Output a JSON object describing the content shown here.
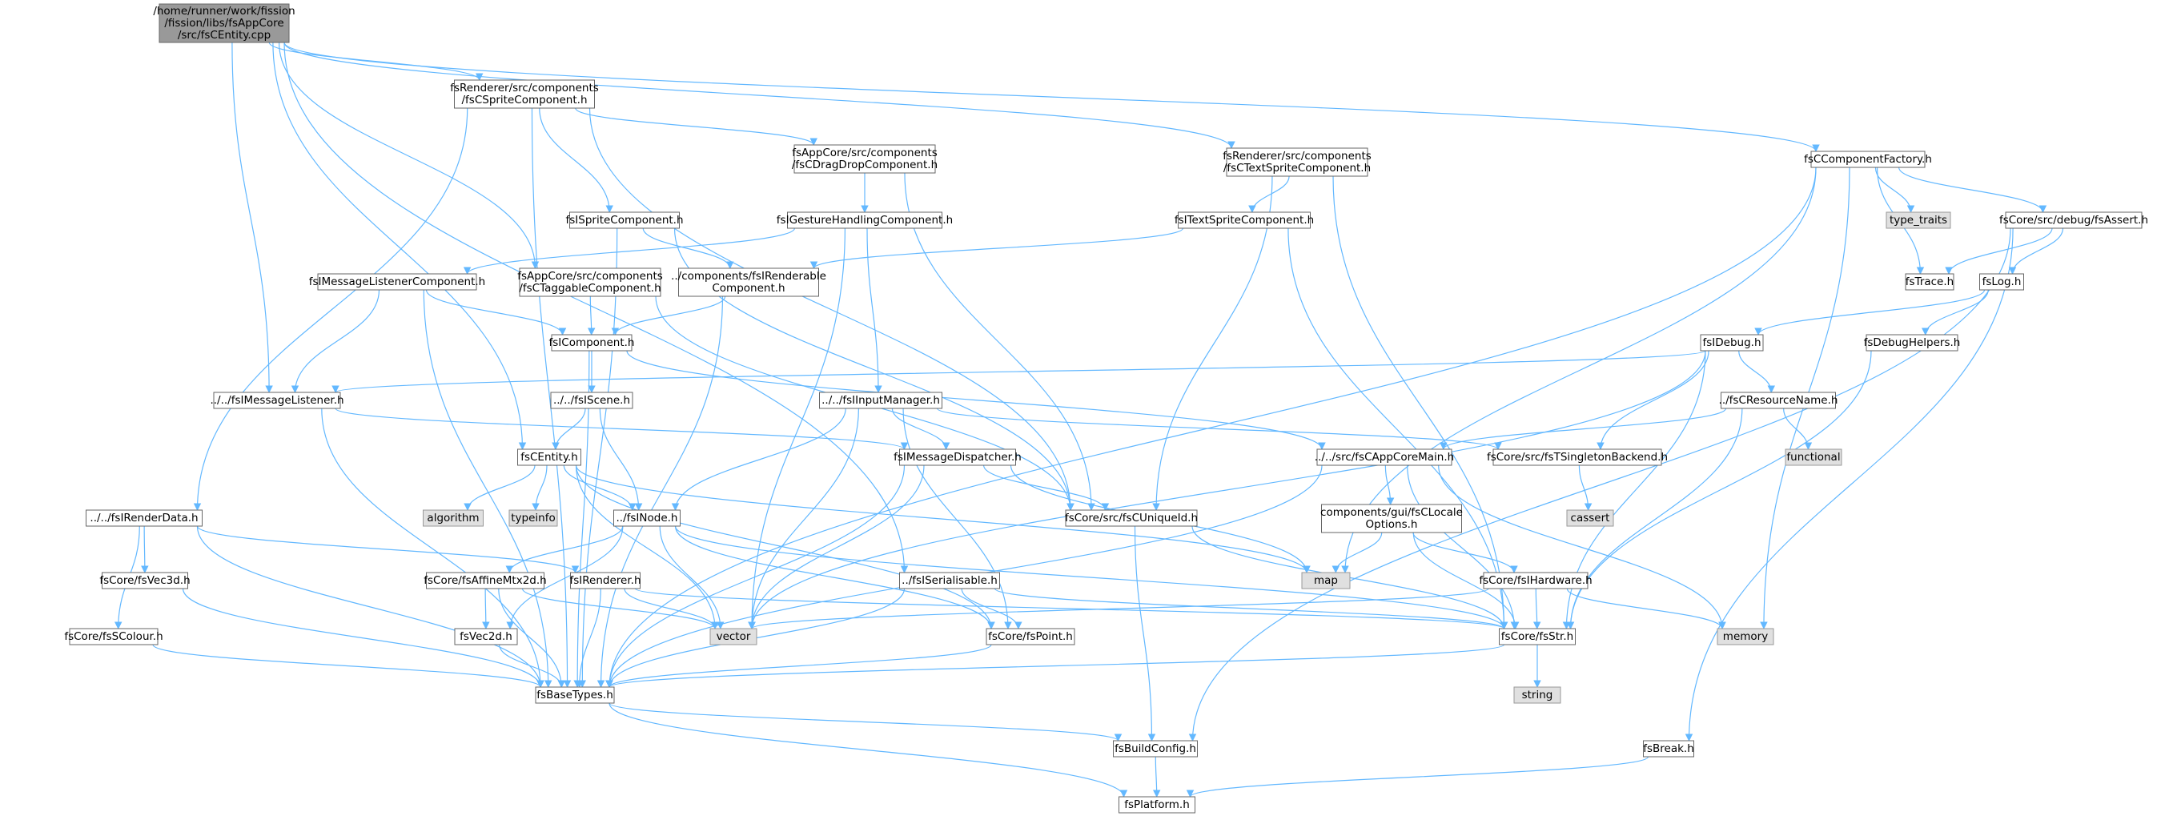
{
  "colors": {
    "edge": "#63b8ff",
    "node_fill": "#ffffff",
    "node_border": "#666666",
    "root_fill": "#999999",
    "root_border": "#666666",
    "system_fill": "#e0e0e0",
    "system_border": "#999999",
    "text": "#000000"
  },
  "nodes": [
    {
      "id": "root",
      "lines": [
        "/home/runner/work/fission",
        "/fission/libs/fsAppCore",
        "/src/fsCEntity.cpp"
      ],
      "kind": "root"
    },
    {
      "id": "sprite_comp",
      "lines": [
        "fsRenderer/src/components",
        "/fsCSpriteComponent.h"
      ],
      "kind": "normal"
    },
    {
      "id": "text_sprite_comp",
      "lines": [
        "fsRenderer/src/components",
        "/fsCTextSpriteComponent.h"
      ],
      "kind": "normal"
    },
    {
      "id": "comp_factory",
      "lines": [
        "fsCComponentFactory.h"
      ],
      "kind": "normal"
    },
    {
      "id": "drag_drop",
      "lines": [
        "fsAppCore/src/components",
        "/fsCDragDropComponent.h"
      ],
      "kind": "normal"
    },
    {
      "id": "isprite",
      "lines": [
        "fsISpriteComponent.h"
      ],
      "kind": "normal"
    },
    {
      "id": "gesture",
      "lines": [
        "fsIGestureHandlingComponent.h"
      ],
      "kind": "normal"
    },
    {
      "id": "itext_sprite",
      "lines": [
        "fsITextSpriteComponent.h"
      ],
      "kind": "normal"
    },
    {
      "id": "type_traits",
      "lines": [
        "type_traits"
      ],
      "kind": "system"
    },
    {
      "id": "fsassert",
      "lines": [
        "fsCore/src/debug/fsAssert.h"
      ],
      "kind": "normal"
    },
    {
      "id": "msg_listener_comp",
      "lines": [
        "fsIMessageListenerComponent.h"
      ],
      "kind": "normal"
    },
    {
      "id": "taggable",
      "lines": [
        "fsAppCore/src/components",
        "/fsCTaggableComponent.h"
      ],
      "kind": "normal"
    },
    {
      "id": "renderable",
      "lines": [
        "../components/fsIRenderable",
        "Component.h"
      ],
      "kind": "normal"
    },
    {
      "id": "fstrace",
      "lines": [
        "fsTrace.h"
      ],
      "kind": "normal"
    },
    {
      "id": "fslog",
      "lines": [
        "fsLog.h"
      ],
      "kind": "normal"
    },
    {
      "id": "icomponent",
      "lines": [
        "fsIComponent.h"
      ],
      "kind": "normal"
    },
    {
      "id": "idebug",
      "lines": [
        "fsIDebug.h"
      ],
      "kind": "normal"
    },
    {
      "id": "debug_helpers",
      "lines": [
        "fsDebugHelpers.h"
      ],
      "kind": "normal"
    },
    {
      "id": "msg_listener",
      "lines": [
        "../../fsIMessageListener.h"
      ],
      "kind": "normal"
    },
    {
      "id": "iscene",
      "lines": [
        "../../fsIScene.h"
      ],
      "kind": "normal"
    },
    {
      "id": "input_mgr",
      "lines": [
        "../../fsIInputManager.h"
      ],
      "kind": "normal"
    },
    {
      "id": "resource_name",
      "lines": [
        "../fsCResourceName.h"
      ],
      "kind": "normal"
    },
    {
      "id": "centity",
      "lines": [
        "fsCEntity.h"
      ],
      "kind": "normal"
    },
    {
      "id": "msg_dispatcher",
      "lines": [
        "fsIMessageDispatcher.h"
      ],
      "kind": "normal"
    },
    {
      "id": "app_core_main",
      "lines": [
        "../../src/fsCAppCoreMain.h"
      ],
      "kind": "normal"
    },
    {
      "id": "singleton_backend",
      "lines": [
        "fsCore/src/fsTSingletonBackend.h"
      ],
      "kind": "normal"
    },
    {
      "id": "functional",
      "lines": [
        "functional"
      ],
      "kind": "system"
    },
    {
      "id": "render_data",
      "lines": [
        "../../fsIRenderData.h"
      ],
      "kind": "normal"
    },
    {
      "id": "algorithm",
      "lines": [
        "algorithm"
      ],
      "kind": "system"
    },
    {
      "id": "typeinfo",
      "lines": [
        "typeinfo"
      ],
      "kind": "system"
    },
    {
      "id": "inode",
      "lines": [
        "../fsINode.h"
      ],
      "kind": "normal"
    },
    {
      "id": "cunique_id",
      "lines": [
        "fsCore/src/fsCUniqueId.h"
      ],
      "kind": "normal"
    },
    {
      "id": "locale_options",
      "lines": [
        "components/gui/fsCLocale",
        "Options.h"
      ],
      "kind": "normal"
    },
    {
      "id": "cassert",
      "lines": [
        "cassert"
      ],
      "kind": "system"
    },
    {
      "id": "vec3d",
      "lines": [
        "fsCore/fsVec3d.h"
      ],
      "kind": "normal"
    },
    {
      "id": "affine",
      "lines": [
        "fsCore/fsAffineMtx2d.h"
      ],
      "kind": "normal"
    },
    {
      "id": "irenderer",
      "lines": [
        "fsIRenderer.h"
      ],
      "kind": "normal"
    },
    {
      "id": "iserialisable",
      "lines": [
        "../fsISerialisable.h"
      ],
      "kind": "normal"
    },
    {
      "id": "map",
      "lines": [
        "map"
      ],
      "kind": "system"
    },
    {
      "id": "ihardware",
      "lines": [
        "fsCore/fsIHardware.h"
      ],
      "kind": "normal"
    },
    {
      "id": "vector",
      "lines": [
        "vector"
      ],
      "kind": "system"
    },
    {
      "id": "memory",
      "lines": [
        "memory"
      ],
      "kind": "system"
    },
    {
      "id": "scolour",
      "lines": [
        "fsCore/fsSColour.h"
      ],
      "kind": "normal"
    },
    {
      "id": "vec2d",
      "lines": [
        "fsVec2d.h"
      ],
      "kind": "normal"
    },
    {
      "id": "point",
      "lines": [
        "fsCore/fsPoint.h"
      ],
      "kind": "normal"
    },
    {
      "id": "fsstr",
      "lines": [
        "fsCore/fsStr.h"
      ],
      "kind": "normal"
    },
    {
      "id": "base_types",
      "lines": [
        "fsBaseTypes.h"
      ],
      "kind": "normal"
    },
    {
      "id": "string",
      "lines": [
        "string"
      ],
      "kind": "system"
    },
    {
      "id": "build_config",
      "lines": [
        "fsBuildConfig.h"
      ],
      "kind": "normal"
    },
    {
      "id": "fsbreak",
      "lines": [
        "fsBreak.h"
      ],
      "kind": "normal"
    },
    {
      "id": "platform",
      "lines": [
        "fsPlatform.h"
      ],
      "kind": "normal"
    }
  ],
  "edges": [
    [
      "root",
      "sprite_comp"
    ],
    [
      "root",
      "text_sprite_comp"
    ],
    [
      "root",
      "comp_factory"
    ],
    [
      "root",
      "taggable"
    ],
    [
      "root",
      "msg_listener"
    ],
    [
      "root",
      "centity"
    ],
    [
      "root",
      "iserialisable"
    ],
    [
      "sprite_comp",
      "drag_drop"
    ],
    [
      "sprite_comp",
      "isprite"
    ],
    [
      "sprite_comp",
      "render_data"
    ],
    [
      "sprite_comp",
      "cunique_id"
    ],
    [
      "sprite_comp",
      "base_types"
    ],
    [
      "drag_drop",
      "gesture"
    ],
    [
      "drag_drop",
      "cunique_id"
    ],
    [
      "gesture",
      "msg_listener_comp"
    ],
    [
      "gesture",
      "input_mgr"
    ],
    [
      "gesture",
      "vector"
    ],
    [
      "isprite",
      "renderable"
    ],
    [
      "isprite",
      "cunique_id"
    ],
    [
      "isprite",
      "base_types"
    ],
    [
      "text_sprite_comp",
      "itext_sprite"
    ],
    [
      "text_sprite_comp",
      "cunique_id"
    ],
    [
      "text_sprite_comp",
      "fsstr"
    ],
    [
      "itext_sprite",
      "renderable"
    ],
    [
      "itext_sprite",
      "fsstr"
    ],
    [
      "comp_factory",
      "type_traits"
    ],
    [
      "comp_factory",
      "fsassert"
    ],
    [
      "comp_factory",
      "fstrace"
    ],
    [
      "comp_factory",
      "map"
    ],
    [
      "comp_factory",
      "memory"
    ],
    [
      "comp_factory",
      "base_types"
    ],
    [
      "fsassert",
      "fstrace"
    ],
    [
      "fsassert",
      "fslog"
    ],
    [
      "fsassert",
      "build_config"
    ],
    [
      "fsassert",
      "fsbreak"
    ],
    [
      "fslog",
      "idebug"
    ],
    [
      "fslog",
      "debug_helpers"
    ],
    [
      "debug_helpers",
      "fsstr"
    ],
    [
      "idebug",
      "msg_listener"
    ],
    [
      "idebug",
      "resource_name"
    ],
    [
      "idebug",
      "singleton_backend"
    ],
    [
      "idebug",
      "vector"
    ],
    [
      "idebug",
      "fsstr"
    ],
    [
      "resource_name",
      "functional"
    ],
    [
      "resource_name",
      "app_core_main"
    ],
    [
      "resource_name",
      "fsstr"
    ],
    [
      "singleton_backend",
      "cassert"
    ],
    [
      "msg_listener_comp",
      "icomponent"
    ],
    [
      "msg_listener_comp",
      "msg_listener"
    ],
    [
      "msg_listener_comp",
      "base_types"
    ],
    [
      "taggable",
      "icomponent"
    ],
    [
      "taggable",
      "cunique_id"
    ],
    [
      "renderable",
      "icomponent"
    ],
    [
      "renderable",
      "base_types"
    ],
    [
      "icomponent",
      "iscene"
    ],
    [
      "icomponent",
      "app_core_main"
    ],
    [
      "icomponent",
      "base_types"
    ],
    [
      "msg_listener",
      "msg_dispatcher"
    ],
    [
      "msg_listener",
      "base_types"
    ],
    [
      "iscene",
      "centity"
    ],
    [
      "iscene",
      "inode"
    ],
    [
      "input_mgr",
      "msg_dispatcher"
    ],
    [
      "input_mgr",
      "inode"
    ],
    [
      "input_mgr",
      "singleton_backend"
    ],
    [
      "input_mgr",
      "point"
    ],
    [
      "input_mgr",
      "vector"
    ],
    [
      "centity",
      "algorithm"
    ],
    [
      "centity",
      "typeinfo"
    ],
    [
      "centity",
      "inode"
    ],
    [
      "centity",
      "map"
    ],
    [
      "centity",
      "vector"
    ],
    [
      "centity",
      "point"
    ],
    [
      "msg_dispatcher",
      "cunique_id"
    ],
    [
      "msg_dispatcher",
      "map"
    ],
    [
      "msg_dispatcher",
      "vector"
    ],
    [
      "msg_dispatcher",
      "base_types"
    ],
    [
      "app_core_main",
      "locale_options"
    ],
    [
      "app_core_main",
      "fsstr"
    ],
    [
      "app_core_main",
      "memory"
    ],
    [
      "app_core_main",
      "base_types"
    ],
    [
      "locale_options",
      "map"
    ],
    [
      "locale_options",
      "ihardware"
    ],
    [
      "locale_options",
      "fsstr"
    ],
    [
      "inode",
      "affine"
    ],
    [
      "inode",
      "vec2d"
    ],
    [
      "inode",
      "vector"
    ],
    [
      "inode",
      "point"
    ],
    [
      "inode",
      "fsstr"
    ],
    [
      "cunique_id",
      "build_config"
    ],
    [
      "cunique_id",
      "fsstr"
    ],
    [
      "render_data",
      "vec3d"
    ],
    [
      "render_data",
      "scolour"
    ],
    [
      "render_data",
      "irenderer"
    ],
    [
      "render_data",
      "base_types"
    ],
    [
      "vec3d",
      "base_types"
    ],
    [
      "scolour",
      "base_types"
    ],
    [
      "affine",
      "vec2d"
    ],
    [
      "affine",
      "vector"
    ],
    [
      "affine",
      "base_types"
    ],
    [
      "irenderer",
      "vector"
    ],
    [
      "irenderer",
      "fsstr"
    ],
    [
      "irenderer",
      "base_types"
    ],
    [
      "iserialisable",
      "point"
    ],
    [
      "iserialisable",
      "fsstr"
    ],
    [
      "iserialisable",
      "base_types"
    ],
    [
      "ihardware",
      "fsstr"
    ],
    [
      "ihardware",
      "memory"
    ],
    [
      "ihardware",
      "vector"
    ],
    [
      "vec2d",
      "base_types"
    ],
    [
      "point",
      "base_types"
    ],
    [
      "fsstr",
      "string"
    ],
    [
      "fsstr",
      "base_types"
    ],
    [
      "base_types",
      "build_config"
    ],
    [
      "base_types",
      "platform"
    ],
    [
      "build_config",
      "platform"
    ],
    [
      "fsbreak",
      "platform"
    ]
  ]
}
